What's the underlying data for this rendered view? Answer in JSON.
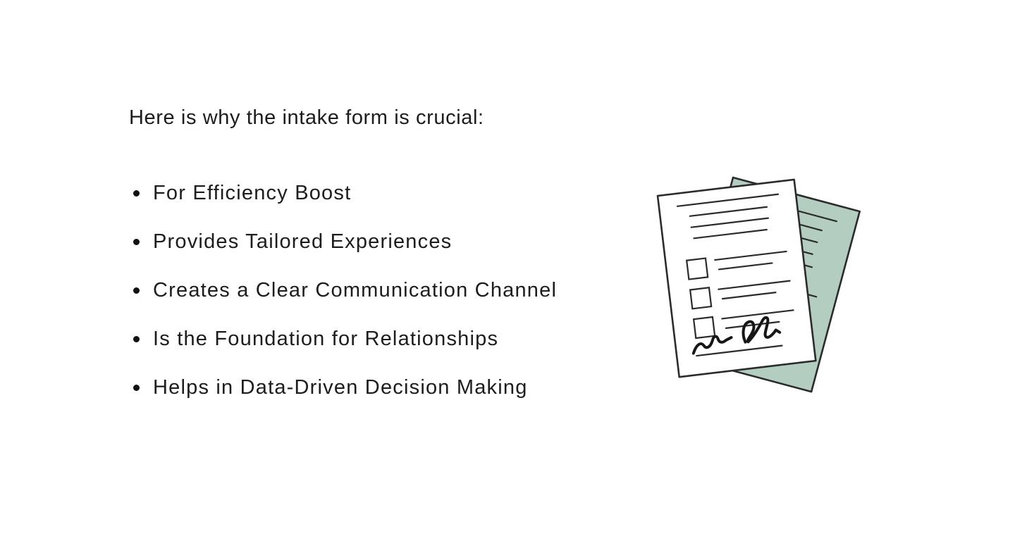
{
  "page": {
    "background_color": "#ffffff",
    "text_color": "#1d1d1d"
  },
  "content": {
    "heading": "Here is why the intake form is crucial:",
    "bullet_items": [
      {
        "label": "For Efficiency Boost"
      },
      {
        "label": "Provides Tailored Experiences"
      },
      {
        "label": "Creates a Clear Communication Channel"
      },
      {
        "label": "Is the Foundation for Relationships"
      },
      {
        "label": "Helps in Data-Driven Decision Making"
      }
    ]
  },
  "illustration": {
    "name": "signed-intake-form-papers",
    "back_paper_color": "#b3cec1",
    "front_paper_color": "#ffffff",
    "outline_color": "#2b2b2b",
    "signature_color": "#161616",
    "checkbox_count": 3
  }
}
